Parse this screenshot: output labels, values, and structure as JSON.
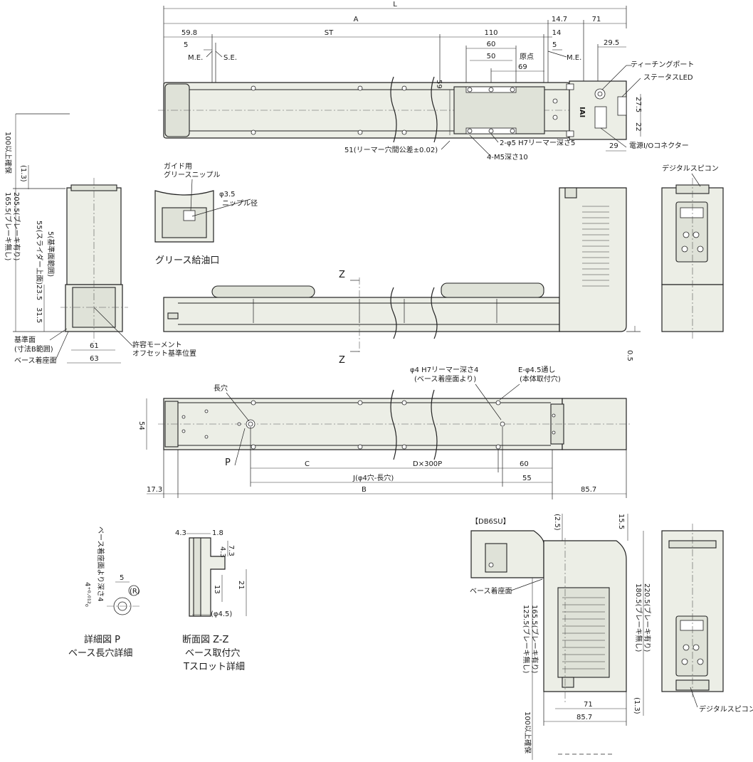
{
  "dims_top": {
    "L": "L",
    "A": "A",
    "d14_7": "14.7",
    "d71": "71",
    "d59_8": "59.8",
    "ST": "ST",
    "d110": "110",
    "d14": "14",
    "d5a": "5",
    "d5b": "5",
    "d60": "60",
    "d50": "50",
    "d69": "69",
    "d29_5": "29.5",
    "d59": "59",
    "d27_5": "27.5",
    "d22": "22",
    "d29": "29",
    "ME1": "M.E.",
    "SE": "S.E.",
    "ME2": "M.E.",
    "origin": "原点",
    "teaching_port": "ティーチングポート",
    "status_led": "ステータスLED",
    "reamer51": "51(リーマー穴間公差±0.02)",
    "reamer2": "2-φ5 H7リーマー深さ5",
    "m5": "4-M5深さ10",
    "power_io": "電源I/Oコネクター"
  },
  "side_left": {
    "clearance": "100以上確保",
    "d1_3": "(1.3)",
    "h165": "165.5(ブレーキ無し)",
    "h205": "205.5(ブレーキ有り)",
    "d55": "55(スライダー上面)",
    "d5": "5(基準面範囲)",
    "d23_5": "23.5",
    "d31_5": "31.5",
    "ref_face": "基準面",
    "ref_range": "(寸法B範囲)",
    "base_face": "ベース着座面",
    "d61": "61",
    "d63": "63",
    "moment1": "許容モーメント",
    "moment2": "オフセット基準位置"
  },
  "grease": {
    "nipple1": "ガイド用",
    "nipple2": "グリースニップル",
    "phi": "φ3.5",
    "nipple_dia": "ニップル径",
    "caption": "グリース給油口"
  },
  "front": {
    "Z1": "Z",
    "Z2": "Z",
    "d0_5": "0.5"
  },
  "right_end": {
    "spicon": "デジタルスピコン"
  },
  "bottom": {
    "slot": "長穴",
    "P": "P",
    "reamer": "φ4 H7リーマー深さ4",
    "reamer_sub": "(ベース着座面より)",
    "E": "E-φ4.5通し",
    "E_sub": "(本体取付穴)",
    "d54": "54",
    "C": "C",
    "DxP": "D×300P",
    "d60": "60",
    "J": "J(φ4穴-長穴)",
    "d55": "55",
    "d17_3": "17.3",
    "B": "B",
    "d85_7": "85.7"
  },
  "detailP": {
    "depth": "ベース着座面より深さ4",
    "tol": "4⁺⁰·⁰¹²₀",
    "d5": "5",
    "R": "(R)",
    "cap1": "詳細図 P",
    "cap2": "ベース長穴詳細"
  },
  "sectionZ": {
    "d4_3a": "4.3",
    "d1_8": "1.8",
    "d4_3b": "4.3",
    "d7_3": "7.3",
    "d21": "21",
    "d13": "13",
    "phi": "(φ4.5)",
    "cap1": "断面図 Z-Z",
    "cap2": "ベース取付穴",
    "cap3": "Tスロット詳細"
  },
  "db6su": {
    "title": "【DB6SU】",
    "d2_5": "(2.5)",
    "d15_5": "15.5",
    "base_face": "ベース着座面",
    "h125": "125.5(ブレーキ無し)",
    "h165": "165.5(ブレーキ有り)",
    "h180": "180.5(ブレーキ無し)",
    "h220": "220.5(ブレーキ有り)",
    "d71": "71",
    "d85_7": "85.7",
    "d1_3": "(1.3)",
    "clearance": "100以上確保",
    "spicon": "デジタルスピコン"
  }
}
